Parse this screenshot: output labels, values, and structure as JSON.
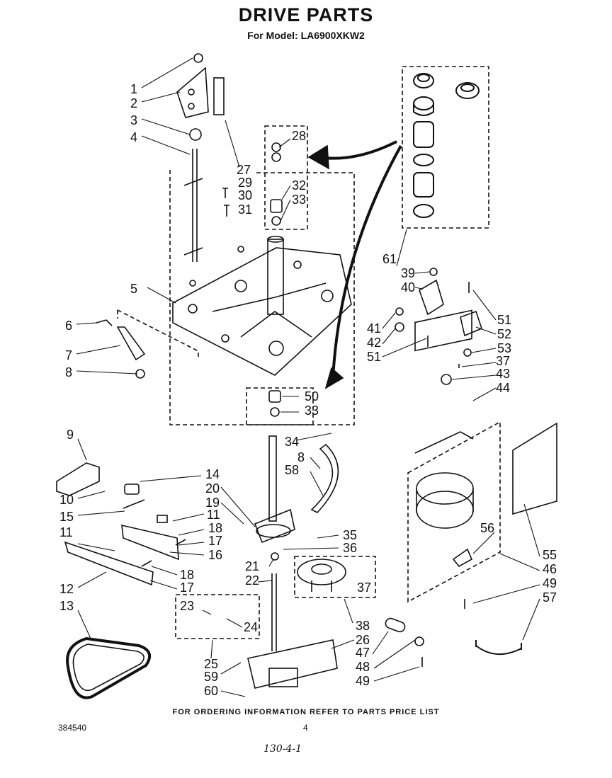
{
  "title": "DRIVE PARTS",
  "subtitle": "For Model: LA6900XKW2",
  "callouts": [
    "1",
    "2",
    "3",
    "4",
    "5",
    "6",
    "7",
    "8",
    "9",
    "10",
    "11",
    "12",
    "13",
    "14",
    "15",
    "16",
    "17",
    "18",
    "19",
    "20",
    "21",
    "22",
    "23",
    "24",
    "25",
    "26",
    "27",
    "28",
    "29",
    "30",
    "31",
    "32",
    "33",
    "34",
    "35",
    "36",
    "37",
    "38",
    "39",
    "40",
    "41",
    "42",
    "43",
    "44",
    "46",
    "47",
    "48",
    "49",
    "50",
    "51",
    "52",
    "53",
    "55",
    "56",
    "57",
    "58",
    "59",
    "60",
    "61"
  ],
  "footer": "FOR ORDERING INFORMATION REFER TO PARTS PRICE LIST",
  "doc_number": "384540",
  "page_number": "4",
  "handwritten_note": "130-4-1"
}
